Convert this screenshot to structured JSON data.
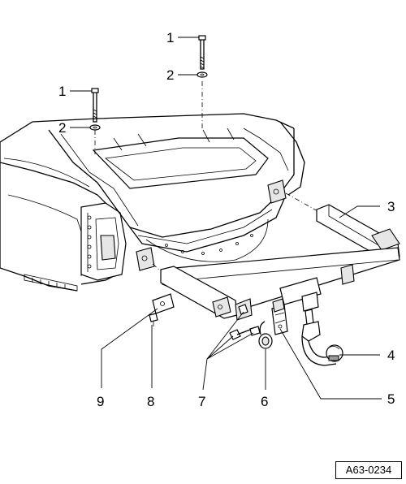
{
  "diagram": {
    "reference_code": "A63-0234",
    "callouts": [
      {
        "id": "c1a",
        "label": "1"
      },
      {
        "id": "c2a",
        "label": "2"
      },
      {
        "id": "c1b",
        "label": "1"
      },
      {
        "id": "c2b",
        "label": "2"
      },
      {
        "id": "c3",
        "label": "3"
      },
      {
        "id": "c4",
        "label": "4"
      },
      {
        "id": "c5",
        "label": "5"
      },
      {
        "id": "c6",
        "label": "6"
      },
      {
        "id": "c7",
        "label": "7"
      },
      {
        "id": "c8",
        "label": "8"
      },
      {
        "id": "c9",
        "label": "9"
      }
    ]
  }
}
